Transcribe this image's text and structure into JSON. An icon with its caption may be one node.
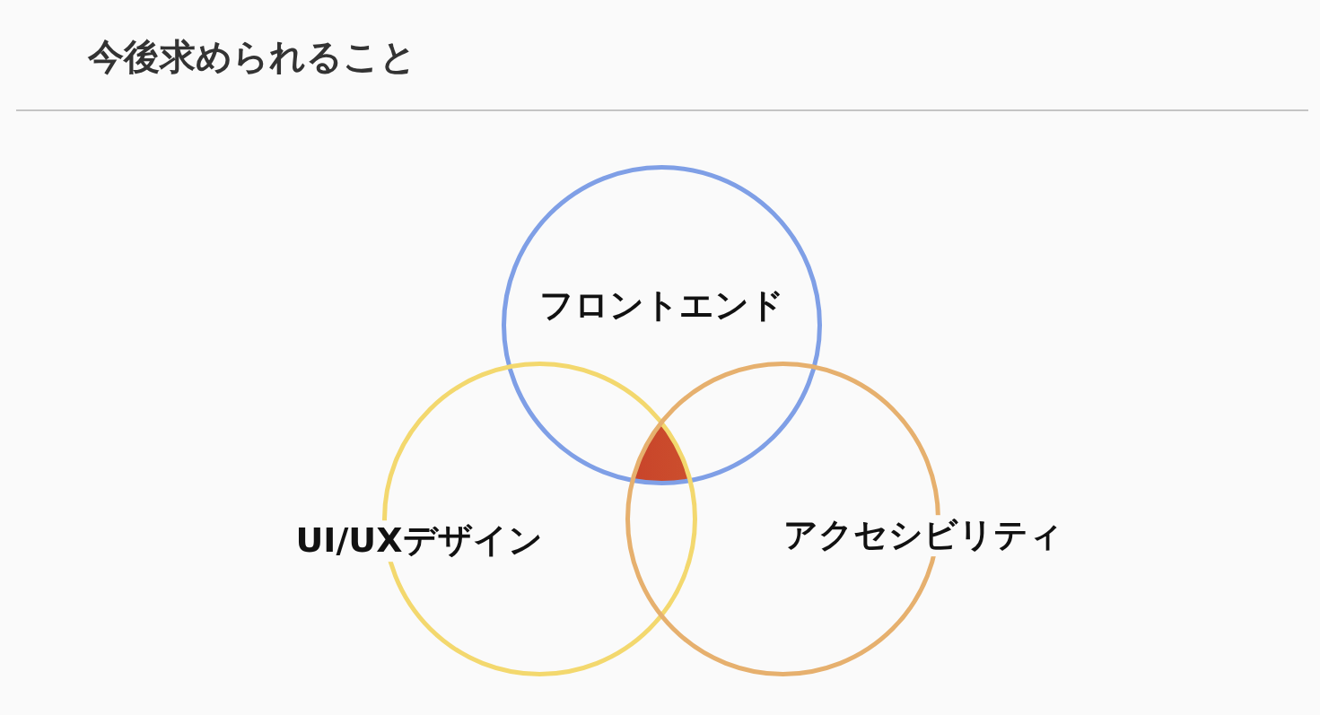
{
  "diagram": {
    "title": "今後求められること",
    "nodes": [
      {
        "text": [
          "フロントエンド"
        ]
      },
      {
        "text": [
          "UI/UXデザイン"
        ]
      },
      {
        "text": [
          "アクセシビリティ"
        ]
      }
    ],
    "edges": []
  }
}
